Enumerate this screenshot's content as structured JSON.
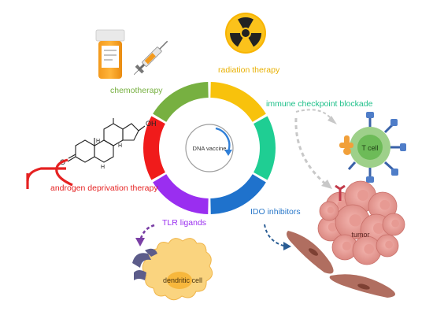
{
  "center": {
    "label": "DNA vaccine"
  },
  "ring": {
    "segments": [
      {
        "key": "chemotherapy",
        "color": "#77b041"
      },
      {
        "key": "radiation",
        "color": "#f8c20c"
      },
      {
        "key": "checkpoint",
        "color": "#1fce93"
      },
      {
        "key": "ido",
        "color": "#1f72cc"
      },
      {
        "key": "tlr",
        "color": "#9a2ef0"
      },
      {
        "key": "adt",
        "color": "#f01b1b"
      }
    ]
  },
  "labels": {
    "chemotherapy": {
      "text": "chemotherapy",
      "color": "#77b041"
    },
    "radiation": {
      "text": "radiation therapy",
      "color": "#e8b000"
    },
    "checkpoint": {
      "text": "immune checkpoint blockade",
      "color": "#1fc08a"
    },
    "adt": {
      "text": "androgen deprivation therapy",
      "color": "#e52222"
    },
    "tlr": {
      "text": "TLR ligands",
      "color": "#9a2ef0"
    },
    "ido": {
      "text": "IDO inhibitors",
      "color": "#2a78c9"
    }
  },
  "cells": {
    "tcell": "T cell",
    "tumor": "tumor",
    "dendritic": "dendritic cell"
  },
  "steroid": {
    "oh": "OH",
    "o": "O",
    "h1": "H",
    "h2": "H",
    "h3": "H"
  }
}
